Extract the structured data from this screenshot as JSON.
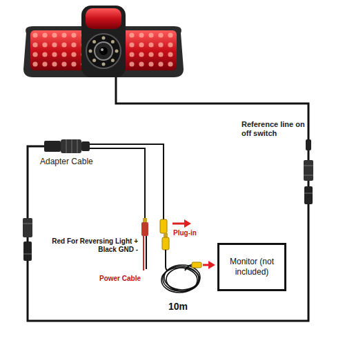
{
  "diagram": {
    "nodes": [
      {
        "text": [
          "Monitor (not included)"
        ]
      }
    ],
    "labels": [
      "Reference line on off switch",
      "Adapter Cable",
      "Plug-in",
      "Red For Reversing Light + Black GND -",
      "Power Cable",
      "10m"
    ]
  }
}
